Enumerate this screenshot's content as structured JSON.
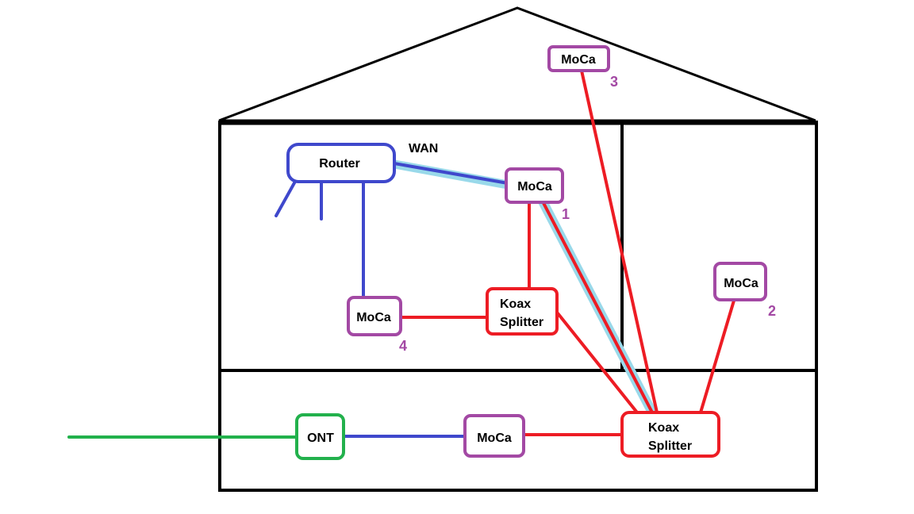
{
  "colors": {
    "outline": "#000000",
    "ethernet": "#3f48cc",
    "coax": "#ed1c24",
    "moca_box": "#a349a4",
    "fiber": "#22b14c",
    "wan_highlight": "#99d9ea",
    "number_text": "#a349a4"
  },
  "nodes": {
    "router": "Router",
    "moca_1": "MoCa",
    "moca_2": "MoCa",
    "moca_3": "MoCa",
    "moca_4": "MoCa",
    "moca_basement": "MoCa",
    "splitter_upper": [
      "Koax",
      "Splitter"
    ],
    "splitter_basement": [
      "Koax",
      "Splitter"
    ],
    "ont": "ONT"
  },
  "labels": {
    "wan": "WAN",
    "num_1": "1",
    "num_2": "2",
    "num_3": "3",
    "num_4": "4"
  }
}
